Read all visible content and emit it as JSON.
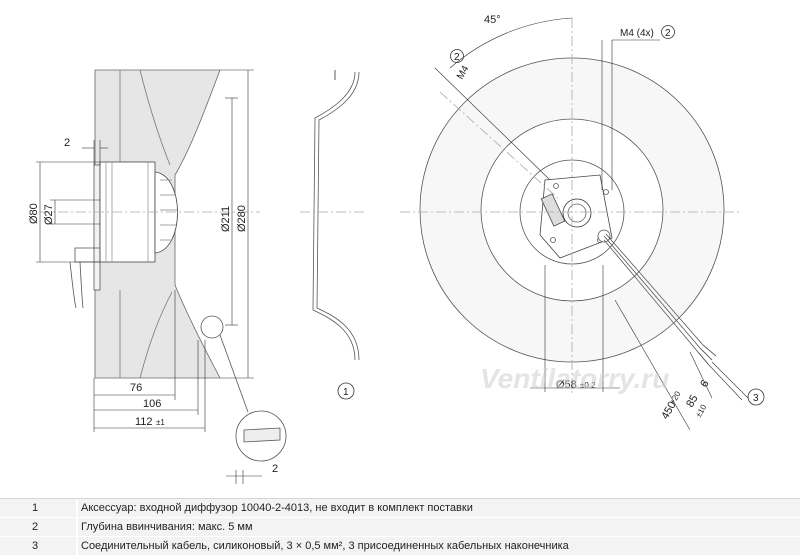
{
  "drawing": {
    "side_view": {
      "dim_2_top": "2",
      "dim_d80": "Ø80",
      "dim_d27": "Ø27",
      "dim_d211": "Ø211",
      "dim_d280": "Ø280",
      "dim_76": "76",
      "dim_106": "106",
      "dim_112": "112",
      "dim_112_tol": "±1"
    },
    "detail": {
      "dim_2": "2"
    },
    "diffuser": {
      "callout": "1"
    },
    "front_view": {
      "angle": "45°",
      "m4_4x": "M4 (4x)",
      "m4_4x_callout": "2",
      "m4": "M4",
      "m4_callout": "2",
      "d58": "Ø58",
      "d58_tol": "±0.2",
      "cable_450": "450",
      "cable_450_tol": "+20",
      "cable_85": "85",
      "cable_85_tol": "±10",
      "cable_6": "6",
      "cable_callout": "3"
    },
    "watermark": "Ventilatorry.ru"
  },
  "legend": [
    {
      "num": "1",
      "text": "Аксессуар: входной диффузор 10040-2-4013, не входит в комплект поставки"
    },
    {
      "num": "2",
      "text": "Глубина ввинчивания: макс. 5 мм"
    },
    {
      "num": "3",
      "text": "Соединительный кабель, силиконовый, 3 × 0,5 мм², 3 присоединенных кабельных наконечника"
    }
  ]
}
